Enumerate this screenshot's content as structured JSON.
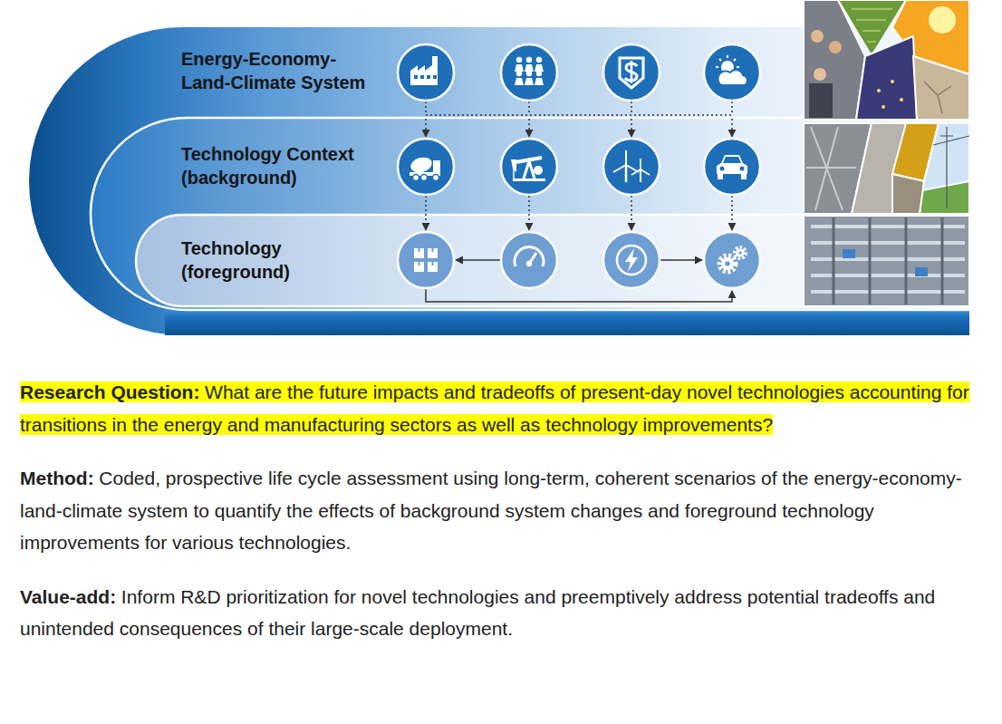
{
  "diagram": {
    "nodes": [
      {
        "text": [
          "Energy-Economy-Land-Climate System"
        ]
      },
      {
        "text": [
          "Technology Context (background)"
        ],
        "in": 0
      },
      {
        "text": [
          "Technology (foreground)"
        ],
        "in": 1
      }
    ],
    "labels": [
      "Research Question:",
      "What are the future impacts and tradeoffs of present-day novel technologies accounting for transitions in the energy and manufacturing sectors as well as technology improvements?",
      "Method:",
      "Coded, prospective life cycle assessment using long-term, coherent scenarios of the energy-economy-land-climate system to quantify the effects of background system changes and foreground technology improvements for various technologies.",
      "Value-add:",
      "Inform R&D prioritization for novel technologies and preemptively address potential tradeoffs and unintended consequences of their large-scale deployment."
    ]
  }
}
